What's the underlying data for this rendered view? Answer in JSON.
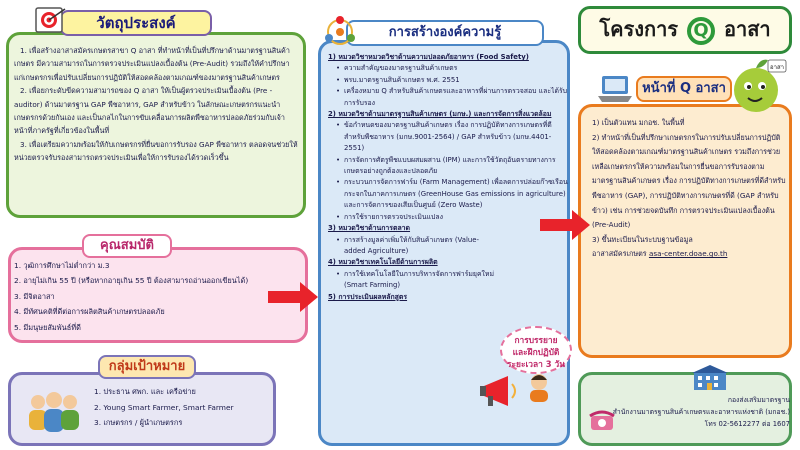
{
  "objective": {
    "title": "วัตถุประสงค์",
    "items": [
      "1. เพื่อสร้างอาสาสมัครเกษตรสาขา Q อาสา ที่ทำหน้าที่เป็นที่ปรึกษาด้านมาตรฐานสินค้าเกษตร มีความสามารถในการตรวจประเมินแปลงเบื้องต้น (Pre-Audit) รวมถึงให้คำปรึกษาแก่เกษตรกรเพื่อปรับเปลี่ยนการปฏิบัติให้สอดคล้องตามเกณฑ์ของมาตรฐานสินค้าเกษตร",
      "2. เพื่อยกระดับขีดความสามารถของ Q อาสา ให้เป็นผู้ตรวจประเมินเบื้องต้น (Pre - auditor) ด้านมาตรฐาน GAP พืชอาหาร, GAP สำหรับข้าว ในลักษณะเกษตรกรแนะนำเกษตรกรด้วยกันเอง และเป็นกลไกในการขับเคลื่อนการผลิตพืชอาหารปลอดภัยร่วมกับเจ้าหน้าที่ภาครัฐที่เกี่ยวข้องในพื้นที่",
      "3. เพื่อเตรียมความพร้อมให้กับเกษตรกรที่ยื่นขอการรับรอง GAP พืชอาหาร ตลอดจนช่วยให้หน่วยตรวจรับรองสามารถตรวจประเมินเพื่อให้การรับรองได้รวดเร็วขึ้น"
    ]
  },
  "qualification": {
    "title": "คุณสมบัติ",
    "items": [
      "1. วุฒิการศึกษาไม่ต่ำกว่า ม.3",
      "2. อายุไม่เกิน 55 ปี (หรือหากอายุเกิน 55 ปี ต้องสามารถอ่านออกเขียนได้)",
      "3. มีจิตอาสา",
      "4. มีทัศนคติที่ดีต่อการผลิตสินค้าเกษตรปลอดภัย",
      "5. มีมนุษยสัมพันธ์ที่ดี"
    ]
  },
  "target": {
    "title": "กลุ่มเป้าหมาย",
    "items": [
      "1. ประธาน ศพก. และ เครือข่าย",
      "2. Young Smart Farmer, Smart Farmer",
      "3. เกษตรกร / ผู้นำเกษตรกร"
    ]
  },
  "knowledge": {
    "title": "การสร้างองค์ความรู้",
    "m1_head": "1) หมวดวิชาหมวดวิชาด้านความปลอดภัยอาหาร (Food Safety)",
    "m1_items": [
      "ความสำคัญของมาตรฐานสินค้าเกษตร",
      "พรบ.มาตรฐานสินค้าเกษตร พ.ศ. 2551",
      "เครื่องหมาย Q สำหรับสินค้าเกษตรและอาหารที่ผ่านการตรวจสอบ และได้รับการรับรอง"
    ],
    "m2_head": "2) หมวดวิชาด้านมาตรฐานสินค้าเกษตร (มกษ.) และการจัดการสิ่งแวดล้อม",
    "m2_items": [
      "ข้อกำหนดของมาตรฐานสินค้าเกษตร เรื่อง การปฏิบัติทางการเกษตรที่ดีสำหรับพืชอาหาร (มกษ.9001-2564) / GAP สำหรับข้าว (มกษ.4401-2551)",
      "การจัดการศัตรูพืชแบบผสมผสาน (IPM) และการใช้วัตถุอันตรายทางการเกษตรอย่างถูกต้องและปลอดภัย",
      "กระบวนการจัดการฟาร์ม (Farm Management) เพื่อลดการปล่อยก๊าซเรือนกระจกในภาคการเกษตร (GreenHouse Gas emissions in agriculture) และการจัดการของเสียเป็นศูนย์ (Zero Waste)",
      "การใช้รายการตรวจประเมินแปลง"
    ],
    "m3_head": "3) หมวดวิชาด้านการตลาด",
    "m3_items": [
      "การสร้างมูลค่าเพิ่มให้กับสินค้าเกษตร (Value-added Agriculture)"
    ],
    "m4_head": "4) หมวดวิชาเทคโนโลยีด้านการผลิต",
    "m4_items": [
      "การใช้เทคโนโลยีในการบริหารจัดการฟาร์มยุคใหม่ (Smart Farming)"
    ],
    "m5_head": "5) การประเมินผลหลักสูตร"
  },
  "training": {
    "line1": "การบรรยาย",
    "line2": "และฝึกปฏิบัติ",
    "line3": "ระยะเวลา 3 วัน"
  },
  "project": {
    "title_pre": "โครงการ",
    "q_letter": "Q",
    "title_post": "อาสา"
  },
  "duty": {
    "title": "หน้าที่ Q อาสา",
    "items": [
      "1) เป็นตัวแทน มกอช. ในพื้นที่",
      "2) ทำหน้าที่เป็นที่ปรึกษาเกษตรกรในการปรับเปลี่ยนการปฏิบัติให้สอดคล้องตามเกณฑ์มาตรฐานสินค้าเกษตร รวมถึงการช่วยเหลือเกษตรกรให้ความพร้อมในการยื่นขอการรับรองตามมาตรฐานสินค้าเกษตร เรื่อง การปฏิบัติทางการเกษตรที่ดีสำหรับพืชอาหาร (GAP), การปฏิบัติทางการเกษตรที่ดี (GAP สำหรับข้าว) เช่น การช่วยจดบันทึก การตรวจประเมินแปลงเบื้องต้น (Pre-Audit)",
      "3) ขึ้นทะเบียนในระบบฐานข้อมูล"
    ],
    "register_pre": "อาสาสมัครเกษตร ",
    "register_link": "asa-center.doae.go.th",
    "mascot_label": "อาสา"
  },
  "contact": {
    "line1": "กองส่งเสริมมาตรฐาน",
    "line2": "สำนักงานมาตรฐานสินค้าเกษตรและอาหารแห่งชาติ (มกอช.)",
    "line3": "โทร 02-5612277 ต่อ 1607"
  },
  "colors": {
    "objective_border": "#5ea23a",
    "qualification_border": "#e5709c",
    "target_border": "#7b74b8",
    "knowledge_border": "#4b87c6",
    "duty_border": "#e97b1e",
    "arrow": "#e8232b"
  }
}
